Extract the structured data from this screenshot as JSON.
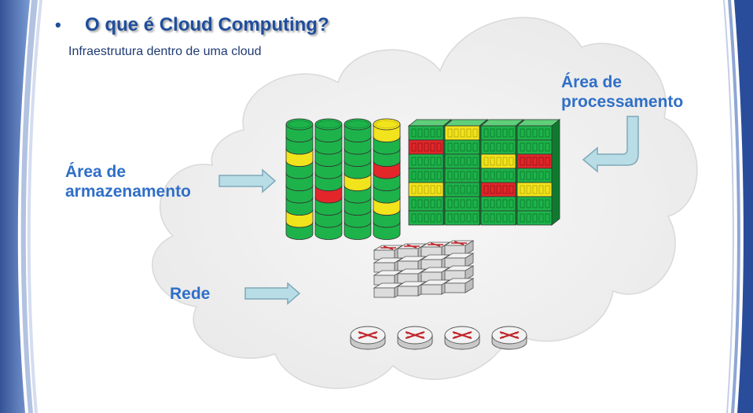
{
  "slide": {
    "bullet": "•",
    "title": "O que é Cloud Computing?",
    "subtitle": "Infraestrutura dentro de uma cloud"
  },
  "labels": {
    "processing": [
      "Área de",
      "processamento"
    ],
    "storage": [
      "Área de",
      "armazenamento"
    ],
    "network": "Rede"
  },
  "colors": {
    "title": "#1f4e9c",
    "label": "#2f6fc7",
    "cloud": "#efefef",
    "arrow": "#b8dde6",
    "green": "#1db34a",
    "yellow": "#f2e41c",
    "red": "#e2262a",
    "frame_blue": "#2a4d9b"
  },
  "icons": [
    "storage-disk-icon",
    "server-rack-icon",
    "switch-icon",
    "router-icon",
    "arrow-right-icon",
    "arrow-bend-icon"
  ],
  "storage_columns": [
    [
      "green",
      "green",
      "yellow",
      "green",
      "green",
      "green",
      "green",
      "yellow",
      "green"
    ],
    [
      "green",
      "green",
      "green",
      "green",
      "green",
      "red",
      "green",
      "green",
      "green"
    ],
    [
      "green",
      "green",
      "green",
      "green",
      "yellow",
      "green",
      "green",
      "green",
      "green"
    ],
    [
      "yellow",
      "green",
      "green",
      "red",
      "green",
      "green",
      "yellow",
      "green",
      "green"
    ]
  ],
  "racks": [
    [
      "green",
      "red",
      "green",
      "green",
      "yellow",
      "green",
      "green"
    ],
    [
      "yellow",
      "green",
      "green",
      "green",
      "green",
      "green",
      "green"
    ],
    [
      "green",
      "green",
      "yellow",
      "green",
      "red",
      "green",
      "green"
    ],
    [
      "green",
      "green",
      "red",
      "green",
      "yellow",
      "green",
      "green"
    ]
  ]
}
